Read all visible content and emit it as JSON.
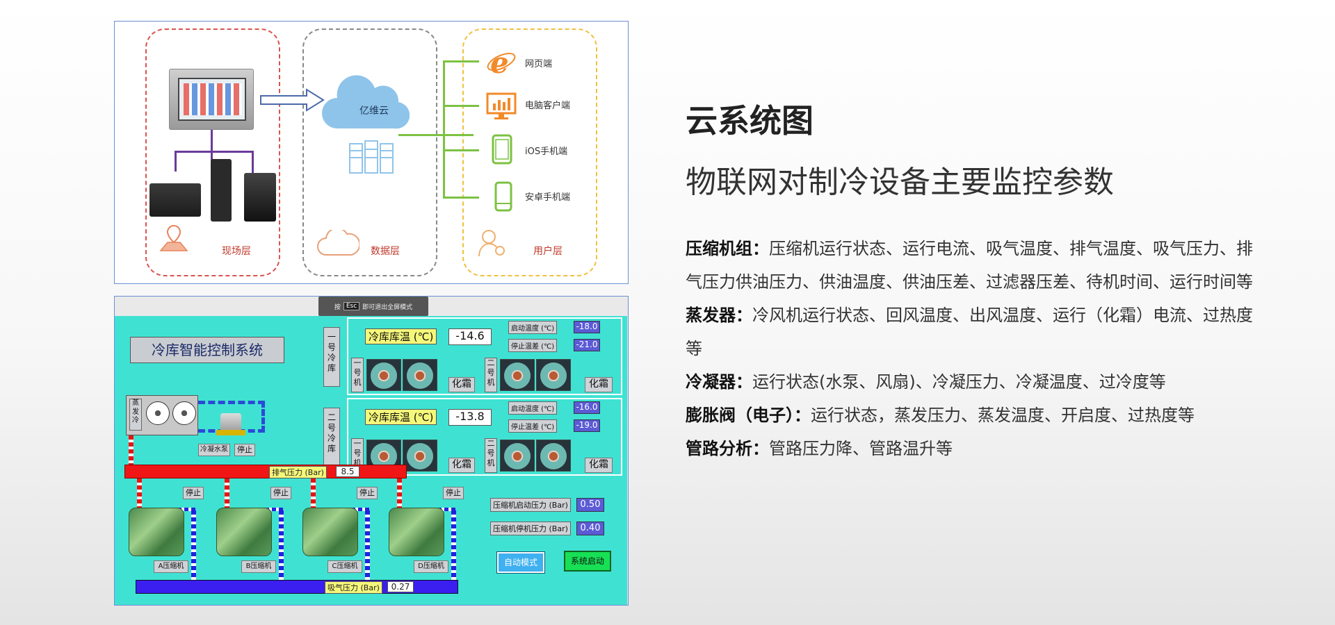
{
  "cloud_diagram": {
    "cloud_label": "亿维云",
    "layers": {
      "field": "现场层",
      "data": "数据层",
      "user": "用户层"
    },
    "clients": [
      "网页端",
      "电脑客户端",
      "iOS手机端",
      "安卓手机端"
    ]
  },
  "hmi": {
    "esc_hint": {
      "prefix": "按",
      "key": "Esc",
      "suffix": "即可退出全屏模式"
    },
    "system_title": "冷库智能控制系统",
    "rooms": [
      {
        "name": "一号冷库",
        "temp_label": "冷库库温 (℃)",
        "temp_value": "-14.6",
        "start_temp_label": "启动温度 (℃)",
        "start_temp_value": "-18.0",
        "stop_diff_label": "停止温差 (℃)",
        "stop_diff_value": "-21.0",
        "unit1": "一号机",
        "unit2": "二号机",
        "defrost1": "化霜",
        "defrost2": "化霜"
      },
      {
        "name": "二号冷库",
        "temp_label": "冷库库温 (℃)",
        "temp_value": "-13.8",
        "start_temp_label": "启动温度 (℃)",
        "start_temp_value": "-16.0",
        "stop_diff_label": "停止温差 (℃)",
        "stop_diff_value": "-19.0",
        "unit1": "一号机",
        "unit2": "二号机",
        "defrost1": "化霜",
        "defrost2": "化霜"
      }
    ],
    "condenser_label": "蒸发冷",
    "pump_label": "冷凝水泵",
    "pump_stop": "停止",
    "discharge_pressure_label": "排气压力 (Bar)",
    "discharge_pressure_value": "8.5",
    "suction_pressure_label": "吸气压力 (Bar)",
    "suction_pressure_value": "0.27",
    "compressors": [
      {
        "name": "A压缩机",
        "stop": "停止"
      },
      {
        "name": "B压缩机",
        "stop": "停止"
      },
      {
        "name": "C压缩机",
        "stop": "停止"
      },
      {
        "name": "D压缩机",
        "stop": "停止"
      }
    ],
    "comp_start_pressure_label": "压缩机启动压力 (Bar)",
    "comp_start_pressure_value": "0.50",
    "comp_stop_pressure_label": "压缩机停机压力 (Bar)",
    "comp_stop_pressure_value": "0.40",
    "auto_mode": "自动模式",
    "system_start": "系统启动"
  },
  "content": {
    "title": "云系统图",
    "subtitle": "物联网对制冷设备主要监控参数",
    "items": [
      {
        "heading": "压缩机组：",
        "text": "压缩机运行状态、运行电流、吸气温度、排气温度、吸气压力、排气压力供油压力、供油温度、供油压差、过滤器压差、待机时间、运行时间等"
      },
      {
        "heading": "蒸发器：",
        "text": "冷风机运行状态、回风温度、出风温度、运行（化霜）电流、过热度等"
      },
      {
        "heading": "冷凝器：",
        "text": "运行状态(水泵、风扇)、冷凝压力、冷凝温度、过冷度等"
      },
      {
        "heading": "膨胀阀（电子）：",
        "text": "运行状态，蒸发压力、蒸发温度、开启度、过热度等"
      },
      {
        "heading": "管路分析：",
        "text": "管路压力降、管路温升等"
      }
    ]
  }
}
